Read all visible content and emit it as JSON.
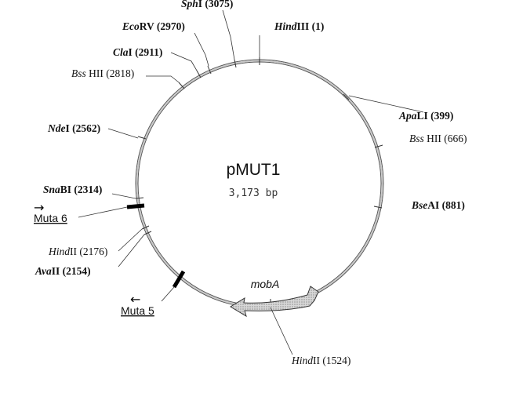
{
  "plasmid": {
    "name": "pMUT1",
    "size": "3,173 bp"
  },
  "sites": [
    {
      "id": "sph",
      "italic": "Sph",
      "rest": "I (3075)",
      "bold": true
    },
    {
      "id": "ecorv",
      "italic": "Eco",
      "rest": "RV (2970)",
      "bold": true
    },
    {
      "id": "hind1",
      "italic": "Hind",
      "rest": "III (1)",
      "bold": true
    },
    {
      "id": "cla",
      "italic": "Cla",
      "rest": "I (2911)",
      "bold": true
    },
    {
      "id": "bss2818",
      "italic": "Bss",
      "rest": " HII (2818)",
      "bold": false
    },
    {
      "id": "apa",
      "italic": "Apa",
      "rest": "LI (399)",
      "bold": true
    },
    {
      "id": "nde",
      "italic": "Nde",
      "rest": "I (2562)",
      "bold": true
    },
    {
      "id": "bss666",
      "italic": "Bss",
      "rest": " HII (666)",
      "bold": false
    },
    {
      "id": "sna",
      "italic": "Sna",
      "rest": "BI (2314)",
      "bold": true
    },
    {
      "id": "bse",
      "italic": "Bse",
      "rest": "AI (881)",
      "bold": true
    },
    {
      "id": "hind2176",
      "italic": "Hind",
      "rest": "II (2176)",
      "bold": false
    },
    {
      "id": "ava",
      "italic": "Ava",
      "rest": "II (2154)",
      "bold": true
    },
    {
      "id": "hind1524",
      "italic": "Hind",
      "rest": "II (1524)",
      "bold": false
    }
  ],
  "primers": [
    {
      "id": "muta6",
      "label": "Muta 6",
      "arrow": "→"
    },
    {
      "id": "muta5",
      "label": "Muta 5",
      "arrow": "←"
    }
  ],
  "genes": [
    {
      "id": "mobA",
      "label": "mobA"
    }
  ]
}
